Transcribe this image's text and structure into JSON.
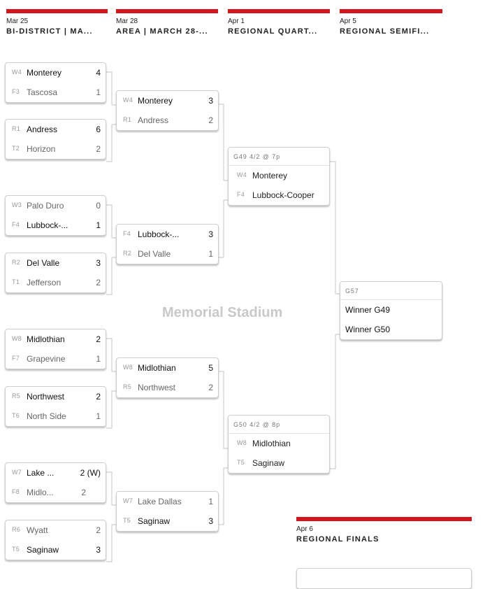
{
  "rounds": [
    {
      "date": "Mar 25",
      "name": "BI-DISTRICT | MA..."
    },
    {
      "date": "Mar 28",
      "name": "AREA | MARCH 28-..."
    },
    {
      "date": "Apr 1",
      "name": "REGIONAL QUART..."
    },
    {
      "date": "Apr 5",
      "name": "REGIONAL SEMIFI..."
    },
    {
      "date": "Apr 6",
      "name": "REGIONAL FINALS"
    }
  ],
  "bidistrict": [
    {
      "teams": [
        {
          "seed": "W4",
          "name": "Monterey",
          "score": "4",
          "winner": true
        },
        {
          "seed": "F3",
          "name": "Tascosa",
          "score": "1",
          "winner": false
        }
      ]
    },
    {
      "teams": [
        {
          "seed": "R1",
          "name": "Andress",
          "score": "6",
          "winner": true
        },
        {
          "seed": "T2",
          "name": "Horizon",
          "score": "2",
          "winner": false
        }
      ]
    },
    {
      "teams": [
        {
          "seed": "W3",
          "name": "Palo Duro",
          "score": "0",
          "winner": false
        },
        {
          "seed": "F4",
          "name": "Lubbock-...",
          "score": "1",
          "winner": true
        }
      ]
    },
    {
      "teams": [
        {
          "seed": "R2",
          "name": "Del Valle",
          "score": "3",
          "winner": true
        },
        {
          "seed": "T1",
          "name": "Jefferson",
          "score": "2",
          "winner": false
        }
      ]
    },
    {
      "teams": [
        {
          "seed": "W8",
          "name": "Midlothian",
          "score": "2",
          "winner": true
        },
        {
          "seed": "F7",
          "name": "Grapevine",
          "score": "1",
          "winner": false
        }
      ]
    },
    {
      "teams": [
        {
          "seed": "R5",
          "name": "Northwest",
          "score": "2",
          "winner": true
        },
        {
          "seed": "T6",
          "name": "North Side",
          "score": "1",
          "winner": false
        }
      ]
    },
    {
      "teams": [
        {
          "seed": "W7",
          "name": "Lake ...",
          "score": "2 (W)",
          "winner": true
        },
        {
          "seed": "F8",
          "name": "Midlo...",
          "score": "2",
          "winner": false
        }
      ]
    },
    {
      "teams": [
        {
          "seed": "R6",
          "name": "Wyatt",
          "score": "2",
          "winner": false
        },
        {
          "seed": "T5",
          "name": "Saginaw",
          "score": "3",
          "winner": true
        }
      ]
    }
  ],
  "area": [
    {
      "teams": [
        {
          "seed": "W4",
          "name": "Monterey",
          "score": "3",
          "winner": true
        },
        {
          "seed": "R1",
          "name": "Andress",
          "score": "2",
          "winner": false
        }
      ]
    },
    {
      "teams": [
        {
          "seed": "F4",
          "name": "Lubbock-...",
          "score": "3",
          "winner": true
        },
        {
          "seed": "R2",
          "name": "Del Valle",
          "score": "1",
          "winner": false
        }
      ]
    },
    {
      "teams": [
        {
          "seed": "W8",
          "name": "Midlothian",
          "score": "5",
          "winner": true
        },
        {
          "seed": "R5",
          "name": "Northwest",
          "score": "2",
          "winner": false
        }
      ]
    },
    {
      "teams": [
        {
          "seed": "W7",
          "name": "Lake Dallas",
          "score": "1",
          "winner": false
        },
        {
          "seed": "T5",
          "name": "Saginaw",
          "score": "3",
          "winner": true
        }
      ]
    }
  ],
  "quarters": [
    {
      "header": "G49 4/2 @ 7p",
      "teams": [
        {
          "seed": "W4",
          "name": "Monterey"
        },
        {
          "seed": "F4",
          "name": "Lubbock-Cooper"
        }
      ]
    },
    {
      "header": "G50 4/2 @ 8p",
      "teams": [
        {
          "seed": "W8",
          "name": "Midlothian"
        },
        {
          "seed": "T5",
          "name": "Saginaw"
        }
      ]
    }
  ],
  "semis": [
    {
      "header": "G57",
      "teams": [
        {
          "name": "Winner G49"
        },
        {
          "name": "Winner G50"
        }
      ]
    }
  ],
  "venue": "Memorial Stadium"
}
